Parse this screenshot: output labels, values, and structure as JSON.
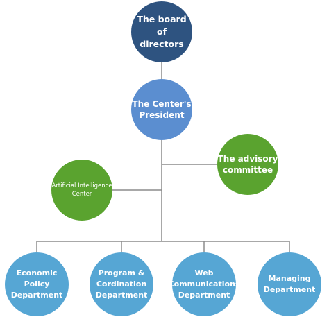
{
  "colors": {
    "board": "#2e5380",
    "president": "#5b8ed0",
    "green": "#5aa32f",
    "department": "#56a6d4",
    "connector": "#8c8c8c"
  },
  "nodes": {
    "board": "The board\nof\ndirectors",
    "president": "The Center's\nPresident",
    "advisory": "The advisory\ncommittee",
    "ai_center": "Artificial Intelligence\nCenter",
    "departments": [
      "Economic\nPolicy\nDepartment",
      "Program &\nCordination\nDepartment",
      "Web\nCommunications\nDepartment",
      "Managing\nDepartment"
    ]
  }
}
